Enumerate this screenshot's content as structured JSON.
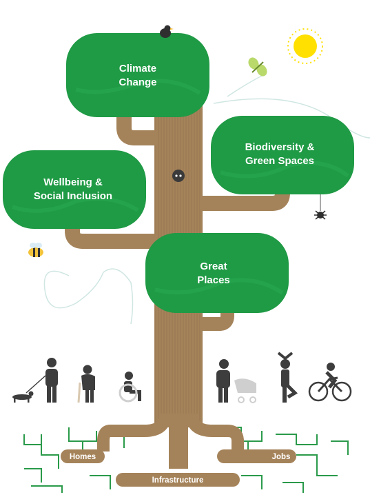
{
  "canopies": {
    "climate": {
      "line1": "Climate",
      "line2": "Change"
    },
    "biodiversity": {
      "line1": "Biodiversity &",
      "line2": "Green Spaces"
    },
    "wellbeing": {
      "line1": "Wellbeing &",
      "line2": "Social Inclusion"
    },
    "places": {
      "line1": "Great",
      "line2": "Places"
    }
  },
  "roots": {
    "homes": "Homes",
    "jobs": "Jobs",
    "infrastructure": "Infrastructure"
  },
  "people": [
    "dog-walker-icon",
    "elderly-with-cane-icon",
    "wheelchair-user-icon",
    "parent-with-pram-icon",
    "yoga-person-icon",
    "cyclist-icon"
  ],
  "colors": {
    "leaf": "#1f9a45",
    "leaf_light": "#2aa851",
    "trunk": "#a5835a",
    "trunk_line": "#8a6b45",
    "sun": "#ffe000",
    "grass_line": "#2a9a4a",
    "people": "#3d3d3d"
  }
}
